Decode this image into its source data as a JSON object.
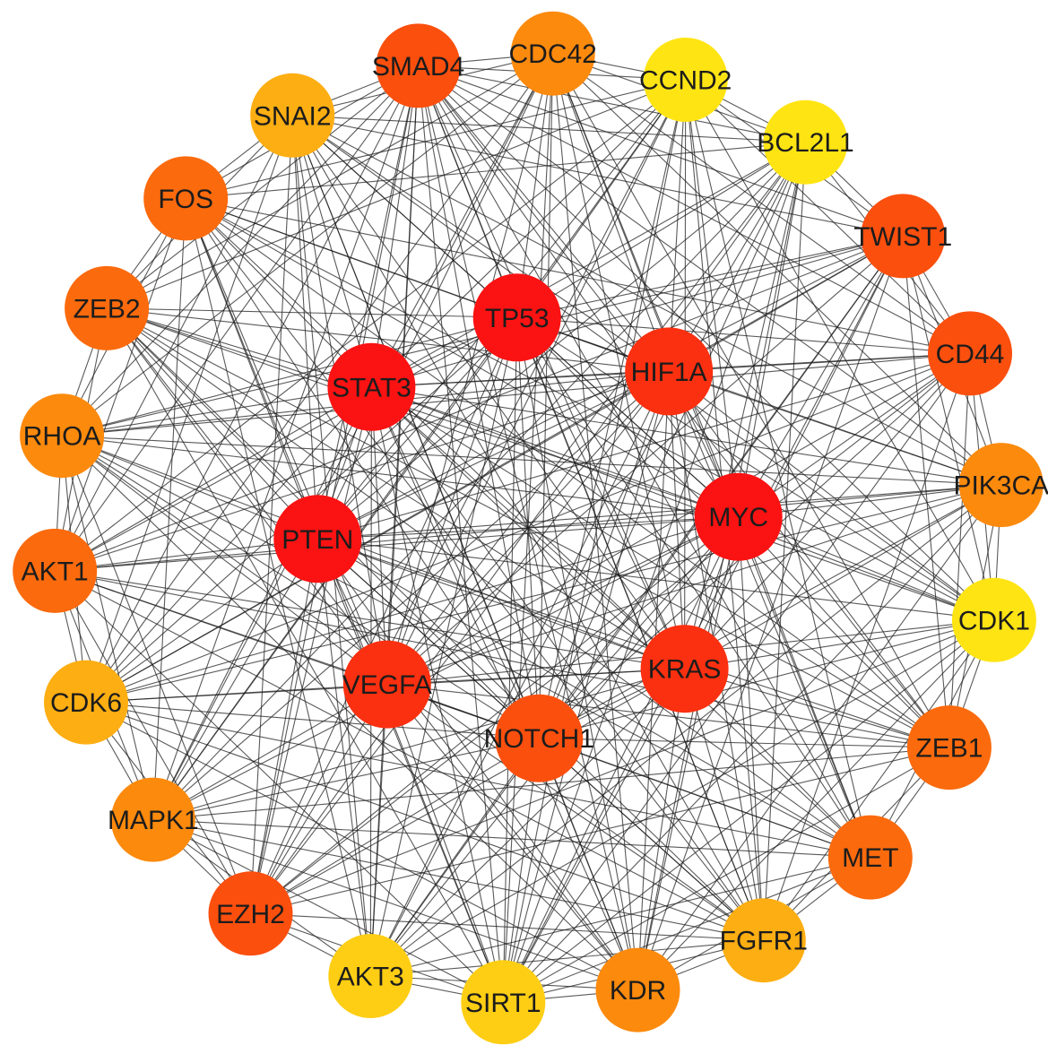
{
  "network": {
    "type": "gene-interaction-network",
    "node_fill_scale": {
      "1": "#fb1212",
      "2": "#fb3010",
      "3": "#fb4f0e",
      "4": "#fb6a0d",
      "5": "#fc8a0d",
      "6": "#fdae12",
      "7": "#fece14",
      "8": "#ffe414"
    },
    "nodes": [
      {
        "id": "TP53",
        "label": "TP53",
        "group": "inner",
        "rank": 1
      },
      {
        "id": "HIF1A",
        "label": "HIF1A",
        "group": "inner",
        "rank": 2
      },
      {
        "id": "MYC",
        "label": "MYC",
        "group": "inner",
        "rank": 1
      },
      {
        "id": "KRAS",
        "label": "KRAS",
        "group": "inner",
        "rank": 2
      },
      {
        "id": "NOTCH1",
        "label": "NOTCH1",
        "group": "inner",
        "rank": 3
      },
      {
        "id": "VEGFA",
        "label": "VEGFA",
        "group": "inner",
        "rank": 2
      },
      {
        "id": "PTEN",
        "label": "PTEN",
        "group": "inner",
        "rank": 1
      },
      {
        "id": "STAT3",
        "label": "STAT3",
        "group": "inner",
        "rank": 1
      },
      {
        "id": "CDC42",
        "label": "CDC42",
        "group": "outer",
        "rank": 5
      },
      {
        "id": "CCND2",
        "label": "CCND2",
        "group": "outer",
        "rank": 8
      },
      {
        "id": "BCL2L1",
        "label": "BCL2L1",
        "group": "outer",
        "rank": 8
      },
      {
        "id": "TWIST1",
        "label": "TWIST1",
        "group": "outer",
        "rank": 3
      },
      {
        "id": "CD44",
        "label": "CD44",
        "group": "outer",
        "rank": 3
      },
      {
        "id": "PIK3CA",
        "label": "PIK3CA",
        "group": "outer",
        "rank": 5
      },
      {
        "id": "CDK1",
        "label": "CDK1",
        "group": "outer",
        "rank": 8
      },
      {
        "id": "ZEB1",
        "label": "ZEB1",
        "group": "outer",
        "rank": 4
      },
      {
        "id": "MET",
        "label": "MET",
        "group": "outer",
        "rank": 4
      },
      {
        "id": "FGFR1",
        "label": "FGFR1",
        "group": "outer",
        "rank": 6
      },
      {
        "id": "KDR",
        "label": "KDR",
        "group": "outer",
        "rank": 5
      },
      {
        "id": "SIRT1",
        "label": "SIRT1",
        "group": "outer",
        "rank": 7
      },
      {
        "id": "AKT3",
        "label": "AKT3",
        "group": "outer",
        "rank": 7
      },
      {
        "id": "EZH2",
        "label": "EZH2",
        "group": "outer",
        "rank": 3
      },
      {
        "id": "MAPK1",
        "label": "MAPK1",
        "group": "outer",
        "rank": 5
      },
      {
        "id": "CDK6",
        "label": "CDK6",
        "group": "outer",
        "rank": 6
      },
      {
        "id": "AKT1",
        "label": "AKT1",
        "group": "outer",
        "rank": 4
      },
      {
        "id": "RHOA",
        "label": "RHOA",
        "group": "outer",
        "rank": 5
      },
      {
        "id": "ZEB2",
        "label": "ZEB2",
        "group": "outer",
        "rank": 4
      },
      {
        "id": "FOS",
        "label": "FOS",
        "group": "outer",
        "rank": 4
      },
      {
        "id": "SNAI2",
        "label": "SNAI2",
        "group": "outer",
        "rank": 6
      },
      {
        "id": "SMAD4",
        "label": "SMAD4",
        "group": "outer",
        "rank": 3
      }
    ],
    "edge_rule": "all inner hubs connect to every node; outer nodes interconnect densely"
  }
}
